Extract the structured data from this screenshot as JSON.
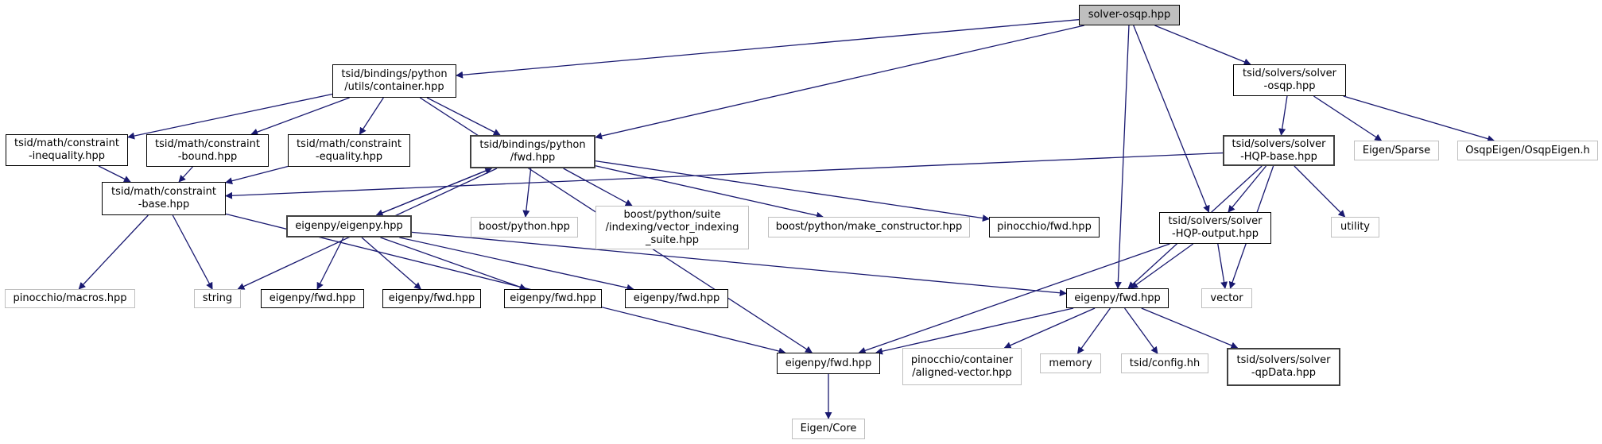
{
  "graph": {
    "title": "solver-osqp.hpp",
    "edge_color": "#191970",
    "nodes": [
      {
        "id": "root",
        "label": "solver-osqp.hpp",
        "kind": "root"
      },
      {
        "id": "container",
        "label": "tsid/bindings/python\n/utils/container.hpp",
        "kind": "local"
      },
      {
        "id": "solver_osqp",
        "label": "tsid/solvers/solver\n-osqp.hpp",
        "kind": "local"
      },
      {
        "id": "c_ineq",
        "label": "tsid/math/constraint\n-inequality.hpp",
        "kind": "local"
      },
      {
        "id": "c_bound",
        "label": "tsid/math/constraint\n-bound.hpp",
        "kind": "local"
      },
      {
        "id": "c_eq",
        "label": "tsid/math/constraint\n-equality.hpp",
        "kind": "local"
      },
      {
        "id": "py_fwd",
        "label": "tsid/bindings/python\n/fwd.hpp",
        "kind": "local"
      },
      {
        "id": "hqp_base",
        "label": "tsid/solvers/solver\n-HQP-base.hpp",
        "kind": "local"
      },
      {
        "id": "eigen_sparse",
        "label": "Eigen/Sparse",
        "kind": "system"
      },
      {
        "id": "osqpeigen",
        "label": "OsqpEigen/OsqpEigen.h",
        "kind": "system"
      },
      {
        "id": "c_base",
        "label": "tsid/math/constraint\n-base.hpp",
        "kind": "local"
      },
      {
        "id": "eigenpy",
        "label": "eigenpy/eigenpy.hpp",
        "kind": "local"
      },
      {
        "id": "boost_python",
        "label": "boost/python.hpp",
        "kind": "system"
      },
      {
        "id": "vec_idx",
        "label": "boost/python/suite\n/indexing/vector_indexing\n_suite.hpp",
        "kind": "system"
      },
      {
        "id": "make_ctor",
        "label": "boost/python/make_constructor.hpp",
        "kind": "system"
      },
      {
        "id": "pin_fwd",
        "label": "pinocchio/fwd.hpp",
        "kind": "local"
      },
      {
        "id": "hqp_output",
        "label": "tsid/solvers/solver\n-HQP-output.hpp",
        "kind": "local"
      },
      {
        "id": "utility",
        "label": "utility",
        "kind": "system"
      },
      {
        "id": "pin_macros",
        "label": "pinocchio/macros.hpp",
        "kind": "system"
      },
      {
        "id": "string",
        "label": "string",
        "kind": "system"
      },
      {
        "id": "efwd1",
        "label": "eigenpy/fwd.hpp",
        "kind": "local"
      },
      {
        "id": "efwd2",
        "label": "eigenpy/fwd.hpp",
        "kind": "local"
      },
      {
        "id": "efwd3",
        "label": "eigenpy/fwd.hpp",
        "kind": "local"
      },
      {
        "id": "efwd4",
        "label": "eigenpy/fwd.hpp",
        "kind": "local"
      },
      {
        "id": "efwd_main",
        "label": "eigenpy/fwd.hpp",
        "kind": "local"
      },
      {
        "id": "vector",
        "label": "vector",
        "kind": "system"
      },
      {
        "id": "efwd_low",
        "label": "eigenpy/fwd.hpp",
        "kind": "local"
      },
      {
        "id": "pin_aligned",
        "label": "pinocchio/container\n/aligned-vector.hpp",
        "kind": "system"
      },
      {
        "id": "memory",
        "label": "memory",
        "kind": "system"
      },
      {
        "id": "tsid_config",
        "label": "tsid/config.hh",
        "kind": "system"
      },
      {
        "id": "qpdata",
        "label": "tsid/solvers/solver\n-qpData.hpp",
        "kind": "local"
      },
      {
        "id": "eigen_core",
        "label": "Eigen/Core",
        "kind": "system"
      }
    ],
    "edges": [
      [
        "root",
        "container"
      ],
      [
        "root",
        "py_fwd"
      ],
      [
        "root",
        "efwd_main"
      ],
      [
        "root",
        "hqp_output"
      ],
      [
        "root",
        "solver_osqp"
      ],
      [
        "container",
        "c_ineq"
      ],
      [
        "container",
        "c_bound"
      ],
      [
        "container",
        "c_eq"
      ],
      [
        "container",
        "py_fwd"
      ],
      [
        "container",
        "efwd_low"
      ],
      [
        "solver_osqp",
        "hqp_base"
      ],
      [
        "solver_osqp",
        "eigen_sparse"
      ],
      [
        "solver_osqp",
        "osqpeigen"
      ],
      [
        "c_ineq",
        "c_base"
      ],
      [
        "c_bound",
        "c_base"
      ],
      [
        "c_eq",
        "c_base"
      ],
      [
        "py_fwd",
        "eigenpy"
      ],
      [
        "py_fwd",
        "boost_python"
      ],
      [
        "py_fwd",
        "vec_idx"
      ],
      [
        "py_fwd",
        "make_ctor"
      ],
      [
        "py_fwd",
        "pin_fwd"
      ],
      [
        "py_fwd",
        "string"
      ],
      [
        "eigenpy",
        "py_fwd"
      ],
      [
        "eigenpy",
        "efwd1"
      ],
      [
        "eigenpy",
        "efwd2"
      ],
      [
        "eigenpy",
        "efwd3"
      ],
      [
        "eigenpy",
        "efwd4"
      ],
      [
        "eigenpy",
        "efwd_main"
      ],
      [
        "hqp_base",
        "c_base"
      ],
      [
        "hqp_base",
        "hqp_output"
      ],
      [
        "hqp_base",
        "utility"
      ],
      [
        "hqp_base",
        "efwd_main"
      ],
      [
        "hqp_base",
        "vector"
      ],
      [
        "c_base",
        "pin_macros"
      ],
      [
        "c_base",
        "string"
      ],
      [
        "c_base",
        "efwd_low"
      ],
      [
        "hqp_output",
        "efwd_main"
      ],
      [
        "hqp_output",
        "vector"
      ],
      [
        "hqp_output",
        "efwd_low"
      ],
      [
        "efwd_main",
        "efwd_low"
      ],
      [
        "efwd_main",
        "pin_aligned"
      ],
      [
        "efwd_main",
        "memory"
      ],
      [
        "efwd_main",
        "tsid_config"
      ],
      [
        "efwd_main",
        "qpdata"
      ],
      [
        "efwd_low",
        "eigen_core"
      ]
    ]
  }
}
